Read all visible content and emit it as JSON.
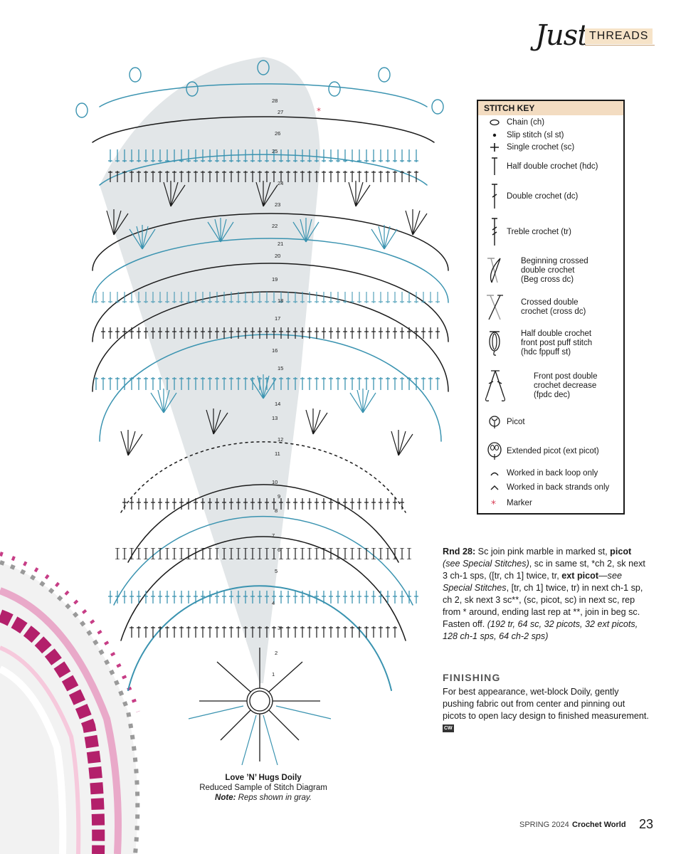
{
  "brand": {
    "script": "Just",
    "word": "THREADS"
  },
  "stitch_key": {
    "title": "STITCH KEY",
    "items": [
      {
        "symbol": "chain-icon",
        "label": "Chain (ch)"
      },
      {
        "symbol": "slip-stitch-icon",
        "label": "Slip stitch (sl st)"
      },
      {
        "symbol": "single-crochet-icon",
        "label": "Single crochet (sc)"
      },
      {
        "symbol": "half-double-crochet-icon",
        "label": "Half double crochet (hdc)"
      },
      {
        "symbol": "double-crochet-icon",
        "label": "Double crochet (dc)"
      },
      {
        "symbol": "treble-crochet-icon",
        "label": "Treble crochet (tr)"
      },
      {
        "symbol": "beg-cross-dc-icon",
        "label": "Beginning crossed\ndouble crochet\n(Beg cross dc)"
      },
      {
        "symbol": "cross-dc-icon",
        "label": "Crossed double\ncrochet (cross dc)"
      },
      {
        "symbol": "hdc-fppuff-icon",
        "label": "Half double crochet\nfront post puff stitch\n(hdc fppuff st)"
      },
      {
        "symbol": "fpdc-dec-icon",
        "label": "Front post double\ncrochet decrease\n(fpdc dec)"
      },
      {
        "symbol": "picot-icon",
        "label": "Picot"
      },
      {
        "symbol": "ext-picot-icon",
        "label": "Extended picot (ext picot)"
      },
      {
        "symbol": "back-loop-icon",
        "label": "Worked in back loop only"
      },
      {
        "symbol": "back-strands-icon",
        "label": "Worked in back strands only"
      },
      {
        "symbol": "marker-icon",
        "label": "Marker"
      }
    ]
  },
  "diagram": {
    "caption_title": "Love ’N’ Hugs Doily",
    "caption_sub": "Reduced Sample of Stitch Diagram",
    "caption_note_label": "Note:",
    "caption_note_text": " Reps shown in gray.",
    "round_numbers": [
      "1",
      "2",
      "3",
      "4",
      "5",
      "6",
      "7",
      "8",
      "9",
      "10",
      "11",
      "12",
      "13",
      "14",
      "15",
      "16",
      "17",
      "18",
      "19",
      "20",
      "21",
      "22",
      "23",
      "24",
      "25",
      "26",
      "27",
      "28"
    ]
  },
  "instructions": {
    "rnd_label": "Rnd 28:",
    "t1": " Sc join pink marble in marked st, ",
    "picot": "picot",
    "t2": " ",
    "see1": "(see Special Stitches)",
    "t3": ", sc in same st, *ch 2, sk next 3 ch-1 sps, ([tr, ch 1] twice, tr, ",
    "ext": "ext picot",
    "t4": "—",
    "see2": "see Special Stitches",
    "t5": ", [tr, ch 1] twice, tr) in next ch-1 sp, ch 2, sk next 3 sc**, (sc, picot, sc) in next sc, rep from * around, ending last rep at **, join in beg sc. Fasten off. ",
    "count": "(192 tr, 64 sc, 32 picots, 32 ext picots, 128 ch-1 sps, 64 ch-2 sps)",
    "finishing_title": "FINISHING",
    "finishing_body": "For best appearance, wet-block Doily, gently pushing fabric out from center and pinning out picots to open lacy design to finished measurement. ",
    "cw_badge": "CW"
  },
  "footer": {
    "season": "SPRING 2024",
    "magazine": "Crochet World",
    "page": "23"
  },
  "colors": {
    "teal": "#3a93b0",
    "gray_rep": "#dfe3e6",
    "key_header": "#f3dcc1",
    "marker": "#d9435a"
  }
}
